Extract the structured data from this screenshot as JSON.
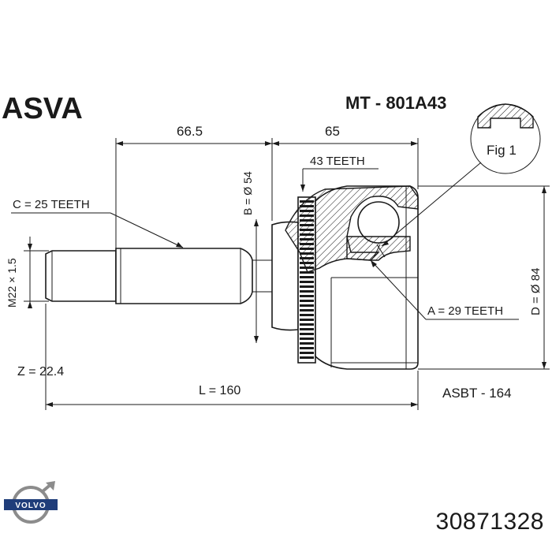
{
  "header": {
    "brand": "ASVA",
    "model_code": "MT - 801A43"
  },
  "dimensions": {
    "shaft_length": "66.5",
    "housing_length": "65",
    "outer_teeth": "43 TEETH",
    "bearing_dia": "B = Ø 54",
    "shaft_spline": "C = 25 TEETH",
    "thread": "M22 × 1.5",
    "inner_spline": "A = 29 TEETH",
    "outer_dia": "D = Ø 84",
    "z_value": "Z = 22.4",
    "total_length": "L = 160",
    "cross_ref": "ASBT - 164"
  },
  "figure": {
    "label": "Fig 1"
  },
  "footer": {
    "oem_brand": "VOLVO",
    "part_number": "30871328"
  },
  "colors": {
    "ink": "#1a1a1a",
    "logo_blue": "#1f3d7a",
    "logo_grey": "#8c8c8c"
  }
}
